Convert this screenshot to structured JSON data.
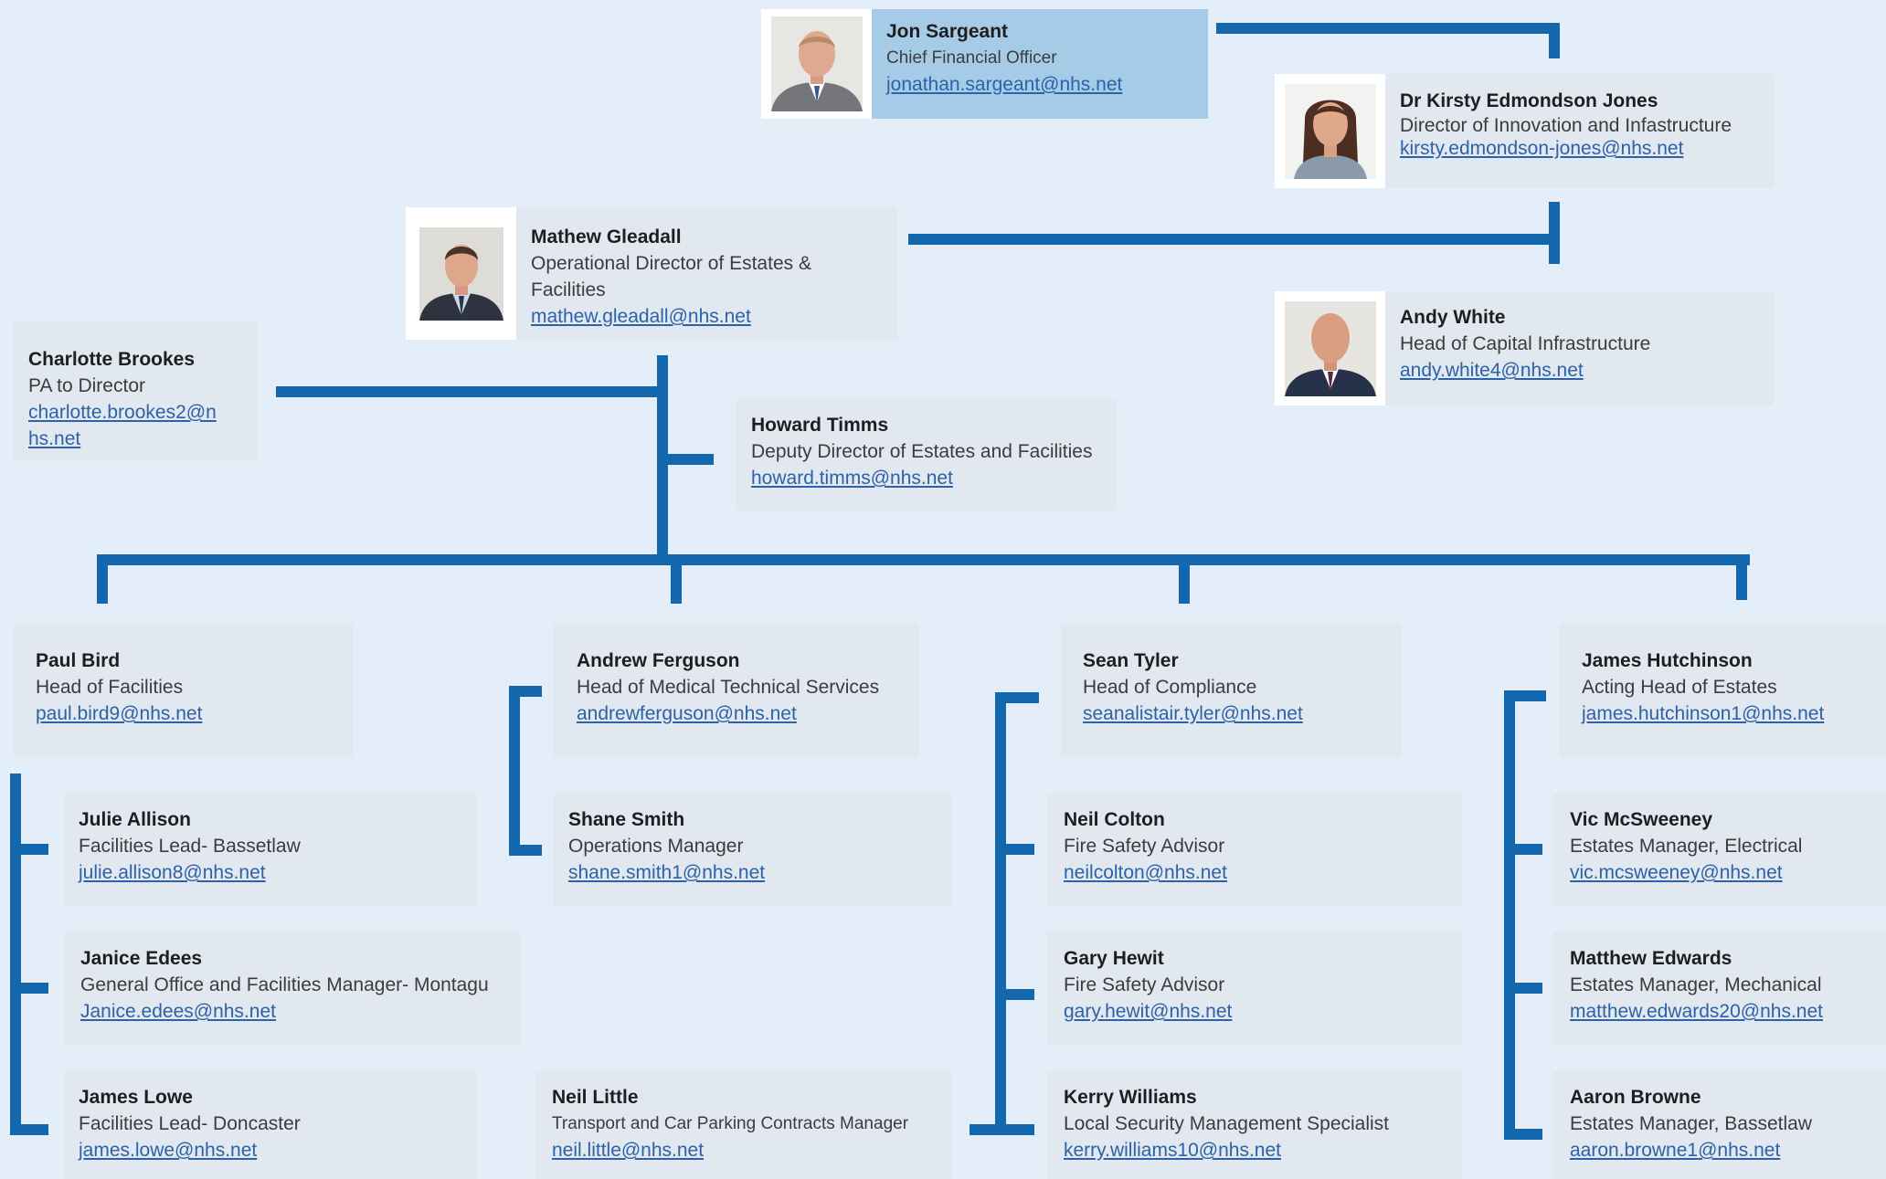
{
  "colors": {
    "background": "#e3eef8",
    "card": "#e1e8ef",
    "card_highlight": "#a6cbe7",
    "connector": "#1368ad",
    "email": "#2d62a8"
  },
  "people": {
    "jon": {
      "name": "Jon Sargeant",
      "title": "Chief Financial Officer",
      "email": "jonathan.sargeant@nhs.net"
    },
    "kirsty": {
      "name": "Dr Kirsty Edmondson Jones",
      "title": "Director of Innovation and Infastructure",
      "email": "kirsty.edmondson-jones@nhs.net"
    },
    "mathew": {
      "name": "Mathew Gleadall",
      "title": "Operational Director of Estates & Facilities",
      "email": "mathew.gleadall@nhs.net"
    },
    "andy": {
      "name": "Andy White",
      "title": "Head of Capital Infrastructure",
      "email": "andy.white4@nhs.net"
    },
    "charlotte": {
      "name": "Charlotte Brookes",
      "title": "PA to Director",
      "email": "charlotte.brookes2@nhs.net"
    },
    "howard": {
      "name": "Howard Timms",
      "title": "Deputy Director of Estates and Facilities",
      "email": "howard.timms@nhs.net"
    },
    "paul": {
      "name": "Paul Bird",
      "title": "Head of Facilities",
      "email": "paul.bird9@nhs.net"
    },
    "andrew": {
      "name": "Andrew Ferguson",
      "title": "Head of Medical Technical Services",
      "email": "andrewferguson@nhs.net"
    },
    "sean": {
      "name": "Sean Tyler",
      "title": "Head of Compliance",
      "email": "seanalistair.tyler@nhs.net"
    },
    "jamesh": {
      "name": "James Hutchinson",
      "title": "Acting Head of Estates",
      "email": "james.hutchinson1@nhs.net"
    },
    "julie": {
      "name": "Julie Allison",
      "title": "Facilities Lead- Bassetlaw",
      "email": "julie.allison8@nhs.net"
    },
    "shane": {
      "name": "Shane Smith",
      "title": "Operations Manager",
      "email": "shane.smith1@nhs.net"
    },
    "neilc": {
      "name": "Neil Colton",
      "title": "Fire Safety Advisor",
      "email": "neilcolton@nhs.net"
    },
    "vic": {
      "name": "Vic McSweeney",
      "title": "Estates Manager, Electrical",
      "email": "vic.mcsweeney@nhs.net"
    },
    "janice": {
      "name": "Janice Edees",
      "title": "General Office and Facilities Manager- Montagu",
      "email": "Janice.edees@nhs.net"
    },
    "gary": {
      "name": "Gary Hewit",
      "title": "Fire Safety Advisor",
      "email": "gary.hewit@nhs.net"
    },
    "matthew": {
      "name": "Matthew Edwards",
      "title": "Estates Manager, Mechanical",
      "email": "matthew.edwards20@nhs.net"
    },
    "jamesl": {
      "name": "James Lowe",
      "title": "Facilities Lead- Doncaster",
      "email": "james.lowe@nhs.net"
    },
    "neill": {
      "name": "Neil Little",
      "title": "Transport and Car Parking Contracts Manager",
      "email": "neil.little@nhs.net"
    },
    "kerry": {
      "name": "Kerry Williams",
      "title": "Local Security Management Specialist",
      "email": "kerry.williams10@nhs.net"
    },
    "aaron": {
      "name": "Aaron Browne",
      "title": "Estates Manager, Bassetlaw",
      "email": "aaron.browne1@nhs.net"
    }
  }
}
